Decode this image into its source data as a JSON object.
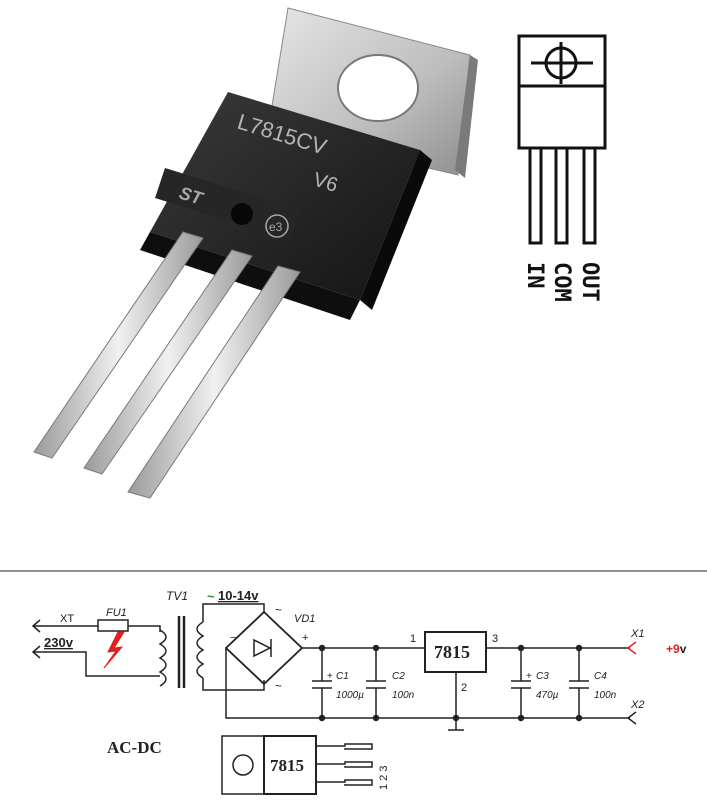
{
  "photo": {
    "chip_marking_line1": "L7815CV",
    "chip_marking_line2": "V6",
    "brand_logo": "ST",
    "cert_mark": "e3"
  },
  "pinout": {
    "pin_in": "IN",
    "pin_com": "COM",
    "pin_out": "OUT"
  },
  "schematic": {
    "xt_label": "XT",
    "input_voltage": "230v",
    "fuse_label": "FU1",
    "transformer_label": "TV1",
    "ac_symbol": "~",
    "secondary_voltage": "10-14v",
    "bridge_label": "VD1",
    "bridge_minus": "−",
    "bridge_plus": "+",
    "bridge_ac_top": "~",
    "bridge_ac_bottom": "~",
    "c1_label": "C1",
    "c1_value": "1000µ",
    "c1_plus": "+",
    "c2_label": "C2",
    "c2_value": "100n",
    "regulator_label": "7815",
    "pin1": "1",
    "pin2": "2",
    "pin3": "3",
    "c3_label": "C3",
    "c3_value": "470µ",
    "c3_plus": "+",
    "c4_label": "C4",
    "c4_value": "100n",
    "x1_label": "X1",
    "output_voltage_num": "+9",
    "output_voltage_unit": "v",
    "x2_label": "X2",
    "title": "AC-DC",
    "package_label": "7815",
    "package_pin_numbers": "1 2 3"
  },
  "colors": {
    "tab_metal": "#c9c9c9",
    "body_black": "#1e1e1e",
    "lead_metal": "#d2d2d2",
    "green_accent": "#2a8a2a",
    "red_accent": "#e02020"
  }
}
